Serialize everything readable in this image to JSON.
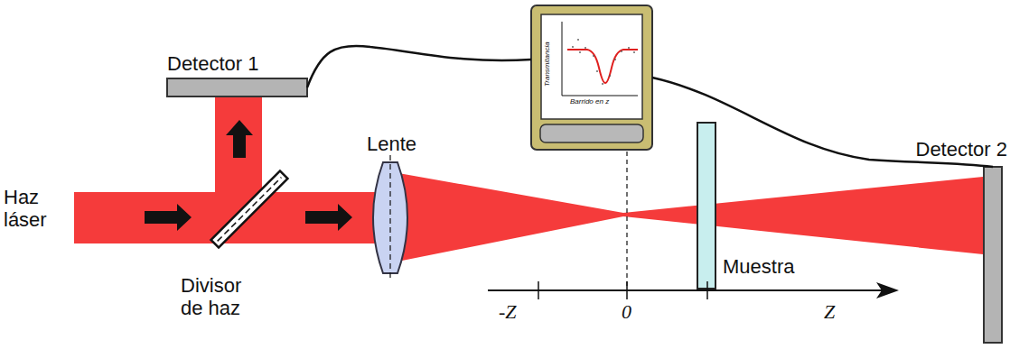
{
  "diagram": {
    "nodes": [
      {
        "text": [
          "Detector 1"
        ]
      },
      {
        "text": [
          "Transmitancia",
          "Barrido en z"
        ]
      },
      {
        "text": [
          "Detector 2"
        ]
      }
    ],
    "edges": [
      {
        "from": 0,
        "to": 1,
        "arrow": "none"
      },
      {
        "from": 1,
        "to": 2,
        "arrow": "none"
      }
    ],
    "labels": [
      "Haz láser",
      "Divisor de haz",
      "Lente",
      "Muestra",
      "-Z",
      "0",
      "Z"
    ]
  }
}
